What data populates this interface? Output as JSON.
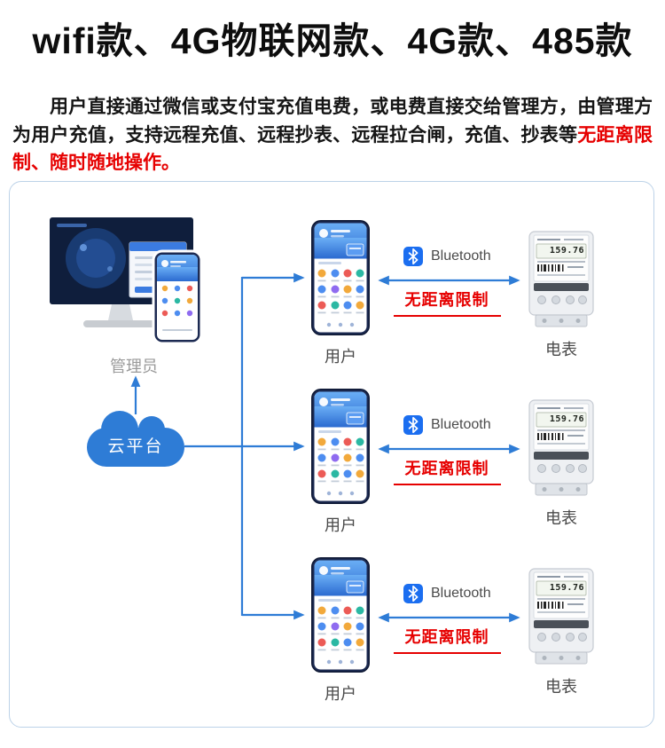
{
  "page": {
    "title": "wifi款、4G物联网款、4G款、485款",
    "intro": {
      "text": "用户直接通过微信或支付宝充值电费，或电费直接交给管理方，由管理方为用户充值，支持远程充值、远程抄表、远程拉合闸，充值、抄表等",
      "highlight": "无距离限制、随时随地操作。"
    }
  },
  "diagram": {
    "admin_label": "管理员",
    "cloud_label": "云平台",
    "rows": [
      {
        "user_label": "用户",
        "bluetooth_label": "Bluetooth",
        "note": "无距离限制",
        "meter_label": "电表",
        "meter_reading": "159.76"
      },
      {
        "user_label": "用户",
        "bluetooth_label": "Bluetooth",
        "note": "无距离限制",
        "meter_label": "电表",
        "meter_reading": "159.76"
      },
      {
        "user_label": "用户",
        "bluetooth_label": "Bluetooth",
        "note": "无距离限制",
        "meter_label": "电表",
        "meter_reading": "159.76"
      }
    ],
    "colors": {
      "accent_blue": "#2e7cd6",
      "highlight_red": "#e60000",
      "panel_border": "#bcd2e8",
      "bluetooth_blue": "#1b6ef0"
    }
  }
}
